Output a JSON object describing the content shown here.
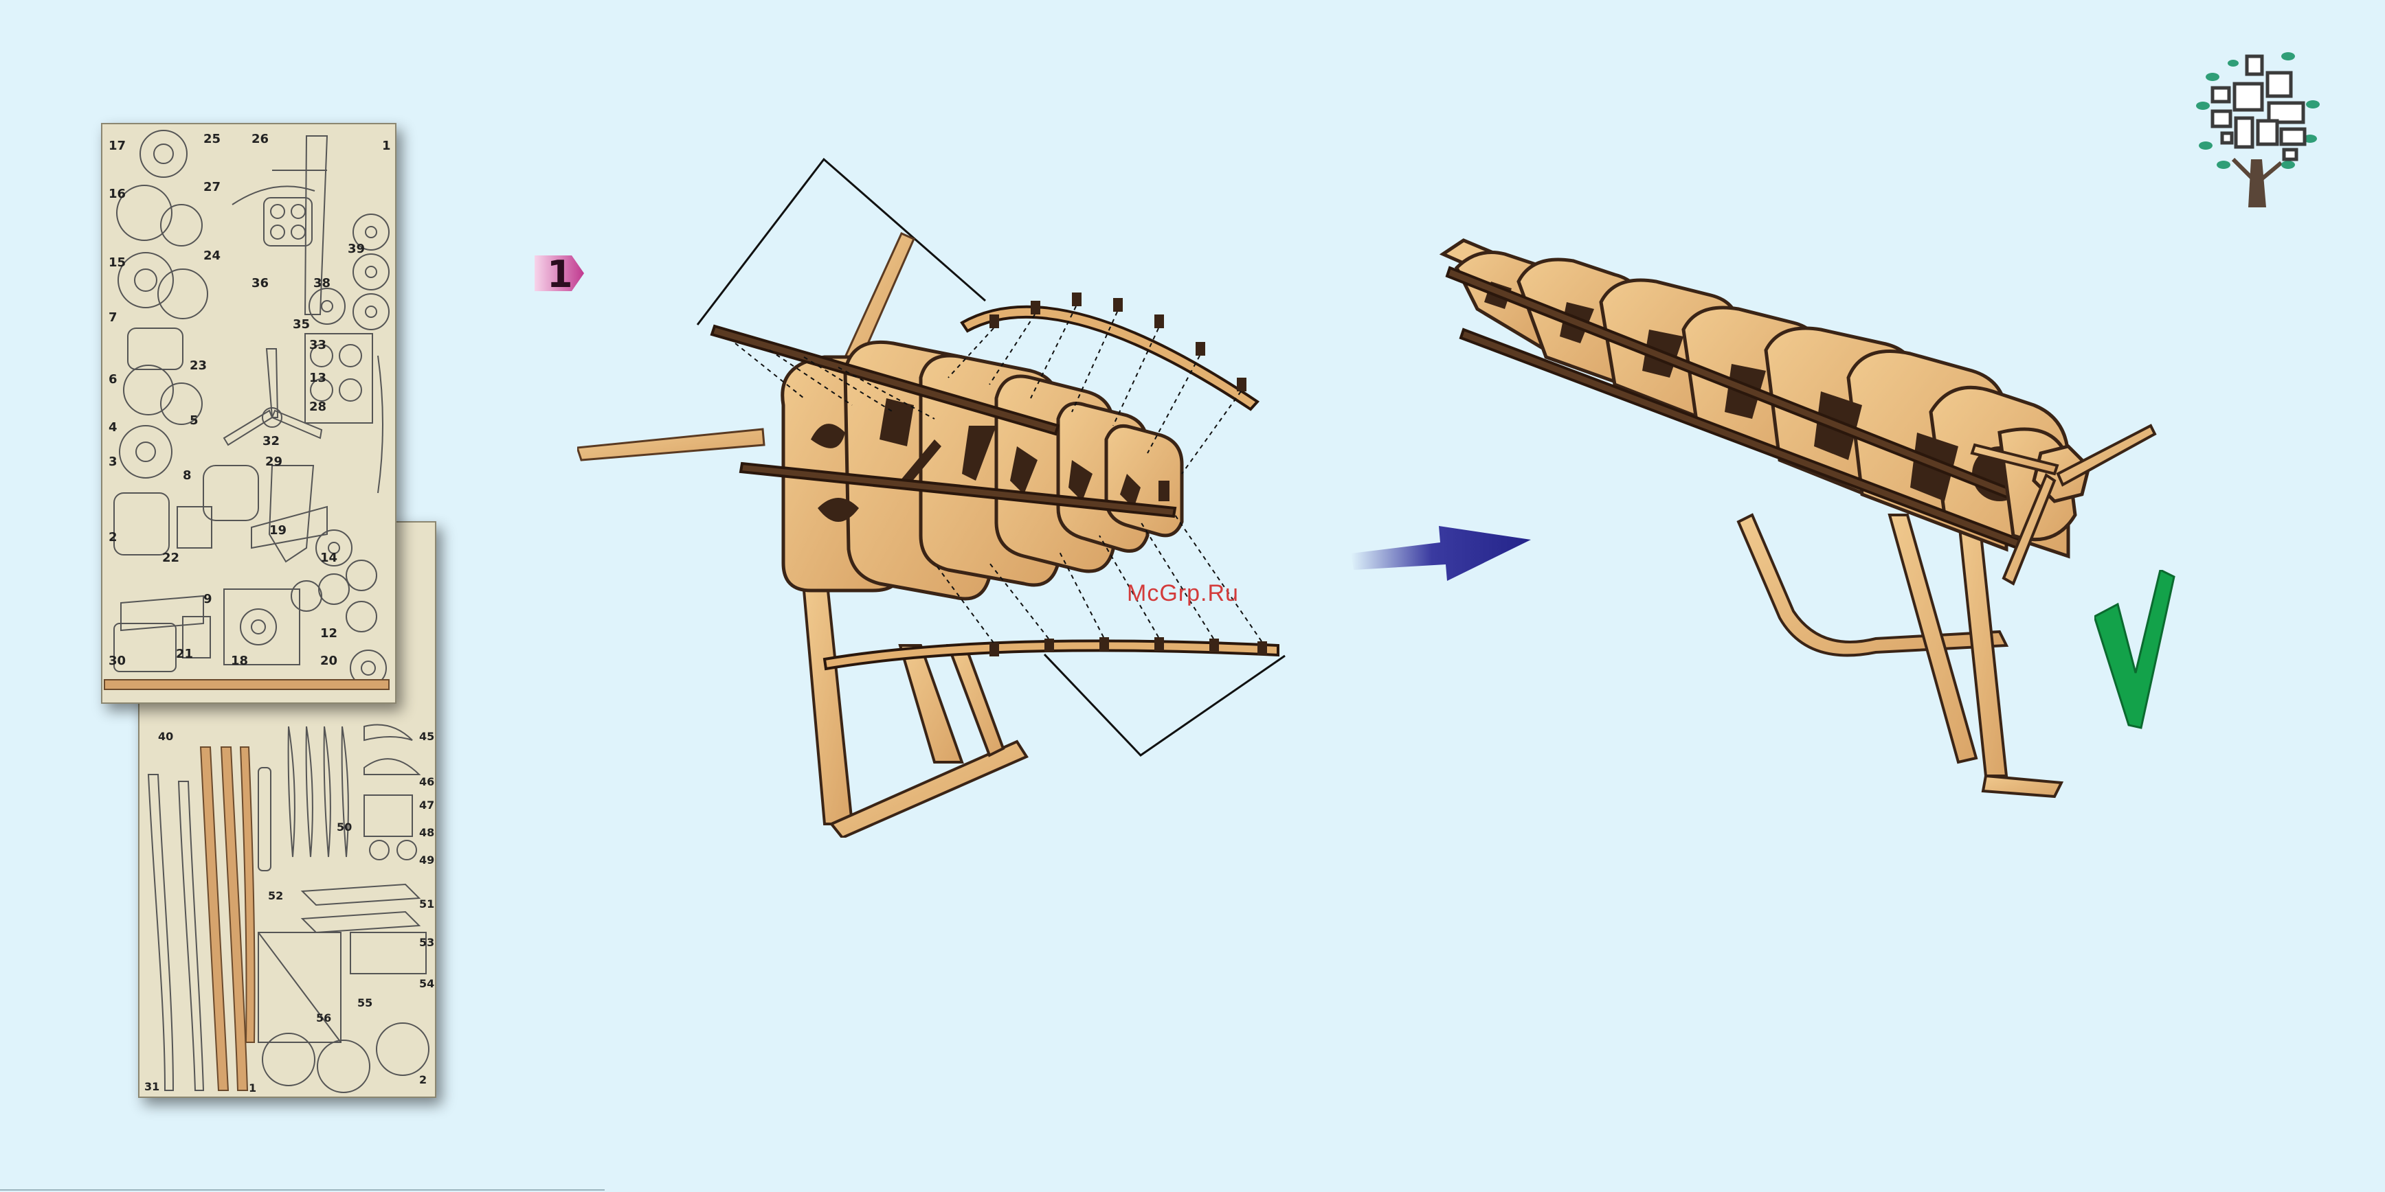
{
  "page": {
    "background": "#dff3fb"
  },
  "step": {
    "number": "1",
    "badge_color": "#c0398f"
  },
  "watermark": {
    "text": "McGrp.Ru",
    "color": "#d33b3b"
  },
  "sheet_top": {
    "part_numbers": [
      "17",
      "25",
      "26",
      "27",
      "16",
      "24",
      "15",
      "39",
      "36",
      "38",
      "7",
      "35",
      "23",
      "33",
      "6",
      "5",
      "28",
      "13",
      "32",
      "29",
      "4",
      "3",
      "8",
      "19",
      "14",
      "2",
      "22",
      "9",
      "12",
      "30",
      "21",
      "18",
      "20",
      "1"
    ]
  },
  "sheet_bottom": {
    "part_numbers": [
      "40",
      "45",
      "46",
      "47",
      "50",
      "48",
      "49",
      "52",
      "51",
      "53",
      "54",
      "55",
      "56",
      "2",
      "31",
      "1"
    ]
  },
  "icons": {
    "logo": "tree-with-photo-frames-icon",
    "arrow": "right-arrow-icon",
    "check": "green-checkmark-icon"
  },
  "colors": {
    "wood": "#e4b57c",
    "wood_dark": "#3a2416",
    "sheet": "#e7e1c8",
    "arrow": "#24248a",
    "check": "#13a24a"
  }
}
